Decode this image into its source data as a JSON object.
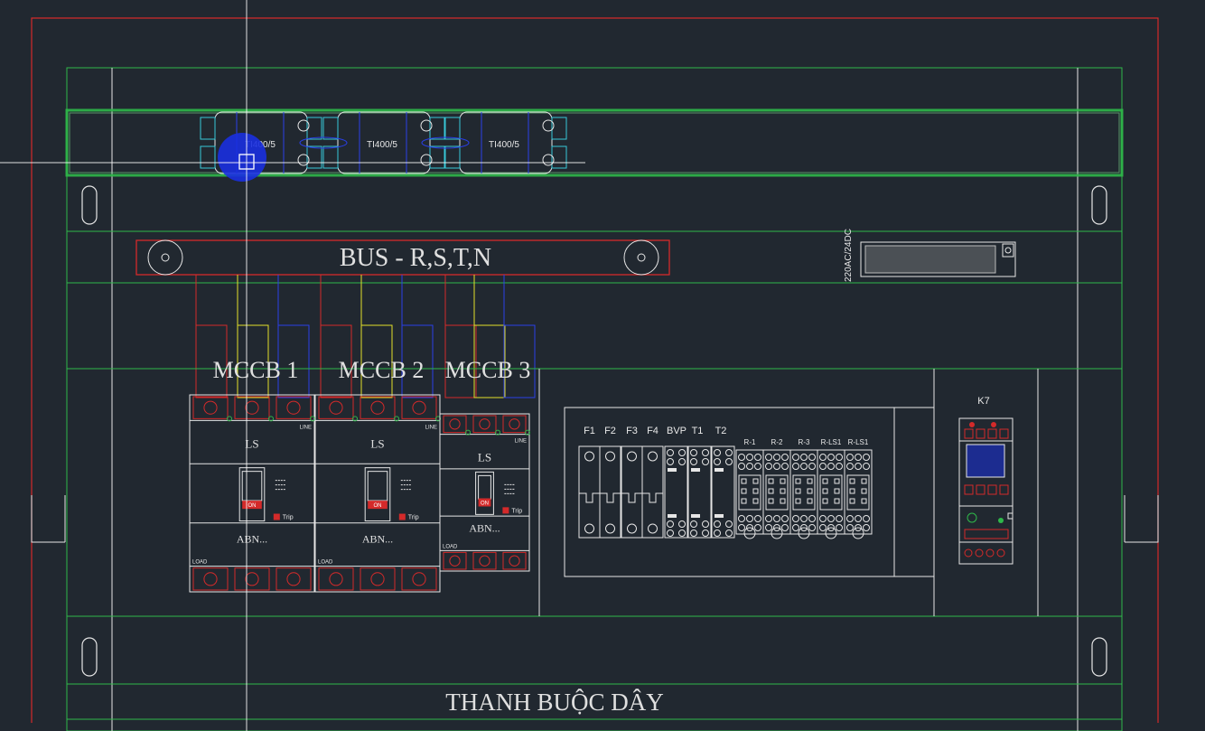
{
  "drawing": {
    "ct_labels": [
      "TI400/5",
      "TI400/5",
      "TI400/5"
    ],
    "bus_label": "BUS - R,S,T,N",
    "psu_label": "220AC/24DC",
    "mccb": [
      {
        "title": "MCCB 1",
        "brand": "LS",
        "model": "ABN...",
        "line": "LINE",
        "load": "LOAD",
        "on": "ON",
        "trip": "Trip"
      },
      {
        "title": "MCCB 2",
        "brand": "LS",
        "model": "ABN...",
        "line": "LINE",
        "load": "LOAD",
        "on": "ON",
        "trip": "Trip"
      },
      {
        "title": "MCCB 3",
        "brand": "LS",
        "model": "ABN...",
        "line": "LINE",
        "load": "LOAD",
        "on": "ON",
        "trip": "Trip"
      }
    ],
    "terminal_labels": [
      "F1",
      "F2",
      "F3",
      "F4",
      "BVP",
      "T1",
      "T2"
    ],
    "relay_labels": [
      "R-1",
      "R-2",
      "R-3",
      "R-LS1",
      "R-LS1"
    ],
    "contactor_label": "K7",
    "wire_tie_label": "THANH BUỘC DÂY"
  },
  "colors": {
    "background": "#212830",
    "frame_red": "#d42a2a",
    "rail_green": "#2fb84a",
    "wire_yellow": "#e4e02a",
    "wire_blue": "#2a3fe8",
    "outline_white": "#e6e6e6",
    "cyan": "#38c8d8",
    "selection_blue": "#1a2fe0"
  }
}
